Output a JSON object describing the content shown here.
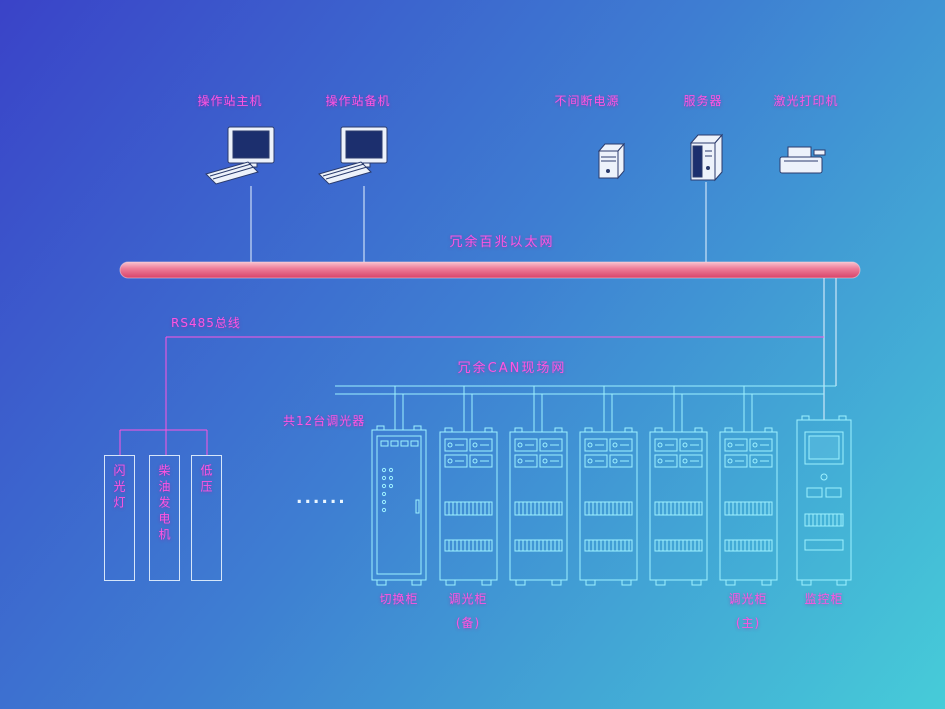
{
  "diagram": {
    "devices": [
      {
        "label": "操作站主机"
      },
      {
        "label": "操作站备机"
      },
      {
        "label": "不间断电源"
      },
      {
        "label": "服务器"
      },
      {
        "label": "激光打印机"
      }
    ],
    "networks": {
      "ethernet": "冗余百兆以太网",
      "rs485": "RS485总线",
      "can": "冗余CAN现场网"
    },
    "notes": {
      "dimmer_count": "共12台调光器",
      "ellipsis": "......"
    },
    "field_units": [
      {
        "label": "闪光灯"
      },
      {
        "label": "柴油发电机"
      },
      {
        "label": "低压"
      }
    ],
    "cabinet_labels": {
      "switch": "切换柜",
      "dimmer_backup": "调光柜",
      "backup_suffix": "(备)",
      "dimmer_main": "调光柜",
      "main_suffix": "(主)",
      "monitor": "监控柜"
    },
    "colors": {
      "label_magenta": "#ff55e0",
      "line_cyan": "#9df1ff",
      "line_white": "#e8f4ff",
      "bus_top": "#f9c2cf",
      "bus_bottom": "#d8436a"
    }
  }
}
